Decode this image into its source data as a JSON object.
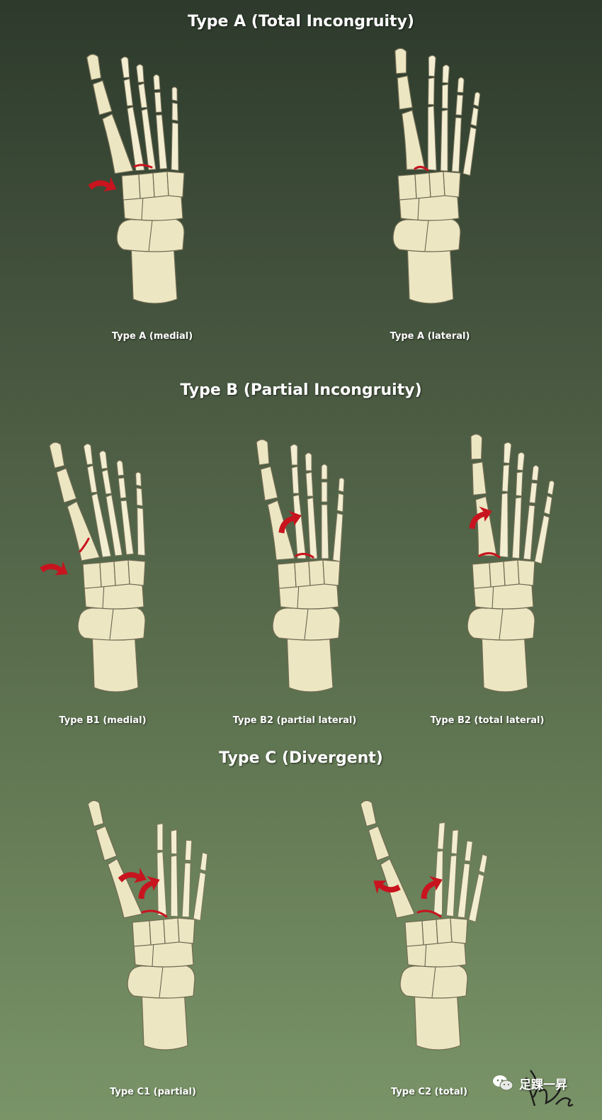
{
  "sections": {
    "a": {
      "title": "Type A (Total Incongruity)"
    },
    "b": {
      "title": "Type B (Partial Incongruity)"
    },
    "c": {
      "title": "Type C (Divergent)"
    }
  },
  "captions": {
    "a_medial": "Type A (medial)",
    "a_lateral": "Type A (lateral)",
    "b1_medial": "Type B1 (medial)",
    "b2_partial": "Type B2 (partial lateral)",
    "b2_total": "Type B2 (total lateral)",
    "c1_partial": "Type C1 (partial)",
    "c2_total": "Type C2 (total)"
  },
  "watermark": {
    "text": "足踝一昇",
    "icon": "wechat-icon"
  },
  "colors": {
    "bone": "#ece6c2",
    "fracture": "#c8141e",
    "text": "#ffffff"
  }
}
